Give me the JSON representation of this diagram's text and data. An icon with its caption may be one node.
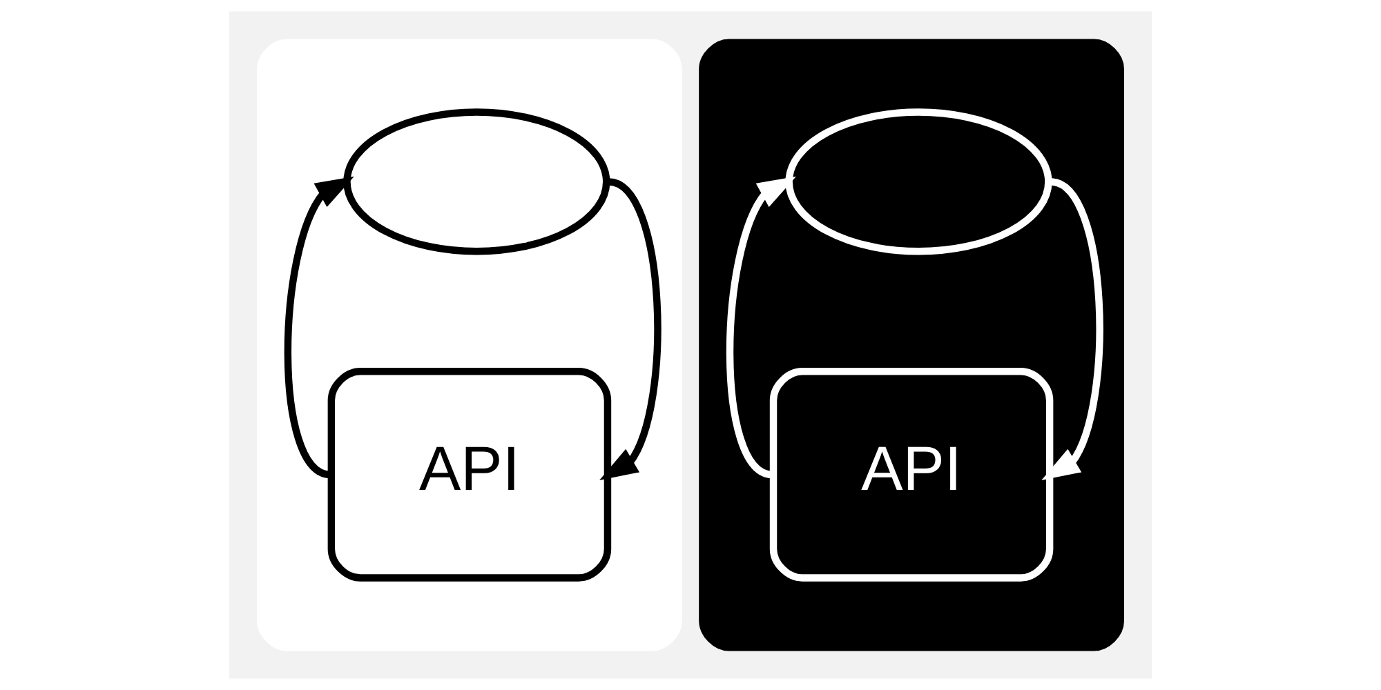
{
  "diagram": {
    "nodes": [
      {
        "text": [],
        "shape": "box"
      },
      {
        "text": [],
        "shape": "cloud",
        "in": 0
      },
      {
        "text": [
          "API"
        ],
        "in": 0
      },
      {
        "text": [],
        "shape": "box"
      },
      {
        "text": [],
        "shape": "cloud",
        "in": 3
      },
      {
        "text": [
          "API"
        ],
        "in": 3
      }
    ],
    "edges": [
      {
        "from": 2,
        "to": 1,
        "arrow": "to"
      },
      {
        "from": 1,
        "to": 2,
        "arrow": "to"
      },
      {
        "from": 5,
        "to": 4,
        "arrow": "to",
        "color": "#ffffff"
      },
      {
        "from": 4,
        "to": 5,
        "arrow": "to",
        "color": "#ffffff"
      }
    ]
  }
}
